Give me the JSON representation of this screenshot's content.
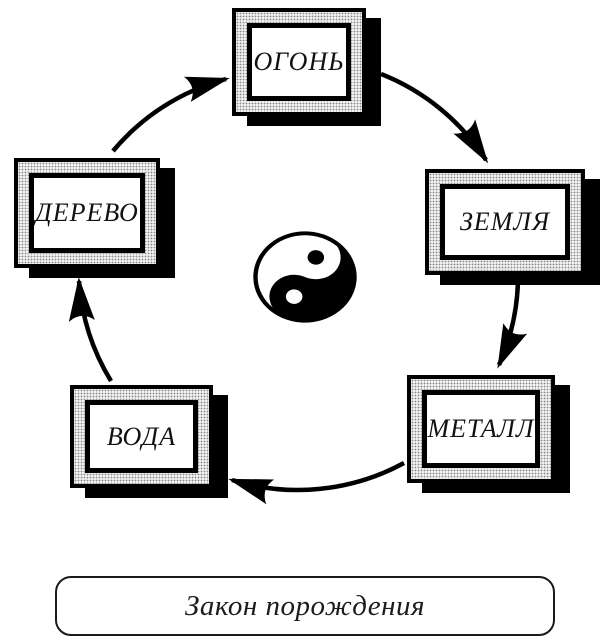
{
  "diagram": {
    "caption": "Закон порождения",
    "nodes": [
      {
        "id": "fire",
        "label": "ОГОНЬ"
      },
      {
        "id": "earth",
        "label": "ЗЕМЛЯ"
      },
      {
        "id": "metal",
        "label": "МЕТАЛЛ"
      },
      {
        "id": "water",
        "label": "ВОДА"
      },
      {
        "id": "wood",
        "label": "ДЕРЕВО"
      }
    ],
    "cycle": {
      "direction": "clockwise",
      "sequence": [
        "ОГОНЬ",
        "ЗЕМЛЯ",
        "МЕТАЛЛ",
        "ВОДА",
        "ДЕРЕВО"
      ]
    },
    "center_icon": "yin-yang",
    "colors": {
      "ink": "#000000",
      "paper": "#ffffff",
      "stipple_fill": "#f0f0f0"
    }
  }
}
